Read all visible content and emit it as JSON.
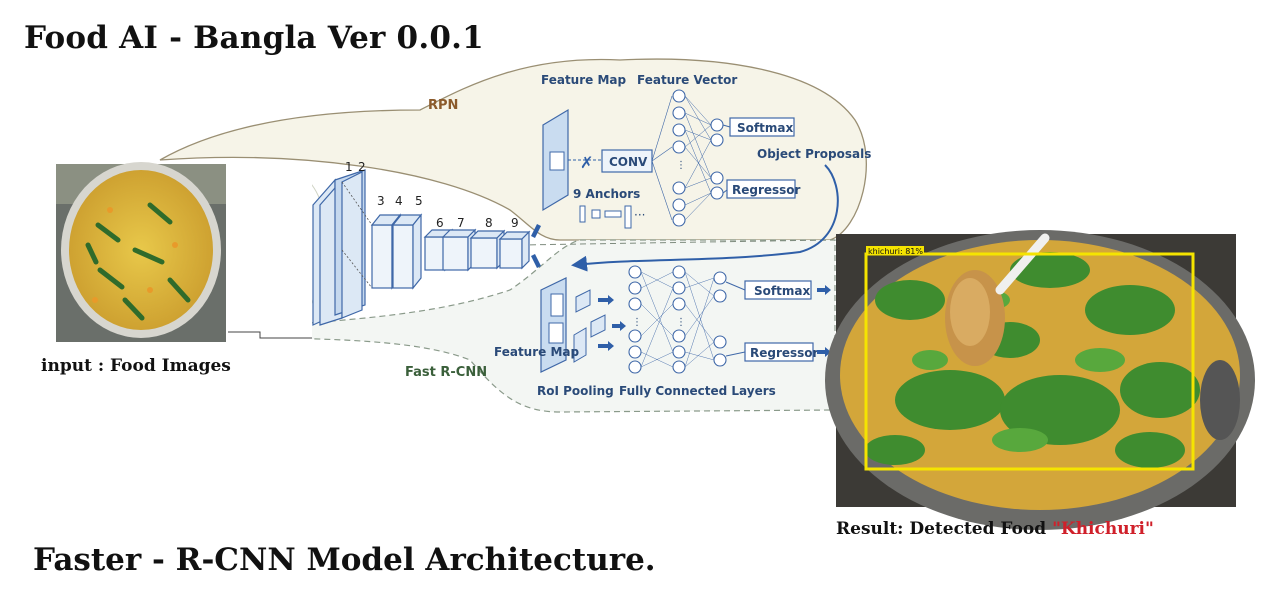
{
  "page_title": "Food AI - Bangla Ver 0.0.1",
  "footer_title": "Faster - R-CNN Model Architecture.",
  "input_caption": "input : Food Images",
  "result_caption_prefix": "Result: Detected Food",
  "result_food_name": "\"Khichuri\"",
  "detection_label": "khichuri: 81%",
  "diagram": {
    "rpn_label": "RPN",
    "fast_rcnn_label": "Fast R-CNN",
    "layer_numbers": [
      "1",
      "2",
      "3",
      "4",
      "5",
      "6",
      "7",
      "8",
      "9"
    ],
    "feature_map_top": "Feature Map",
    "feature_vector": "Feature Vector",
    "conv_label": "CONV",
    "anchors_label": "9 Anchors",
    "softmax_top": "Softmax",
    "regressor_top": "Regressor",
    "object_proposals": "Object Proposals",
    "feature_map_bottom": "Feature Map",
    "roi_pooling": "RoI Pooling",
    "fully_connected": "Fully Connected Layers",
    "softmax_bottom": "Softmax",
    "regressor_bottom": "Regressor"
  },
  "colors": {
    "box_yellow": "#f5e400",
    "result_red": "#d0202a",
    "diagram_blue": "#3f68a8",
    "rpn_brown": "#8b5a2b",
    "fast_rcnn_green": "#3a5f3a"
  }
}
